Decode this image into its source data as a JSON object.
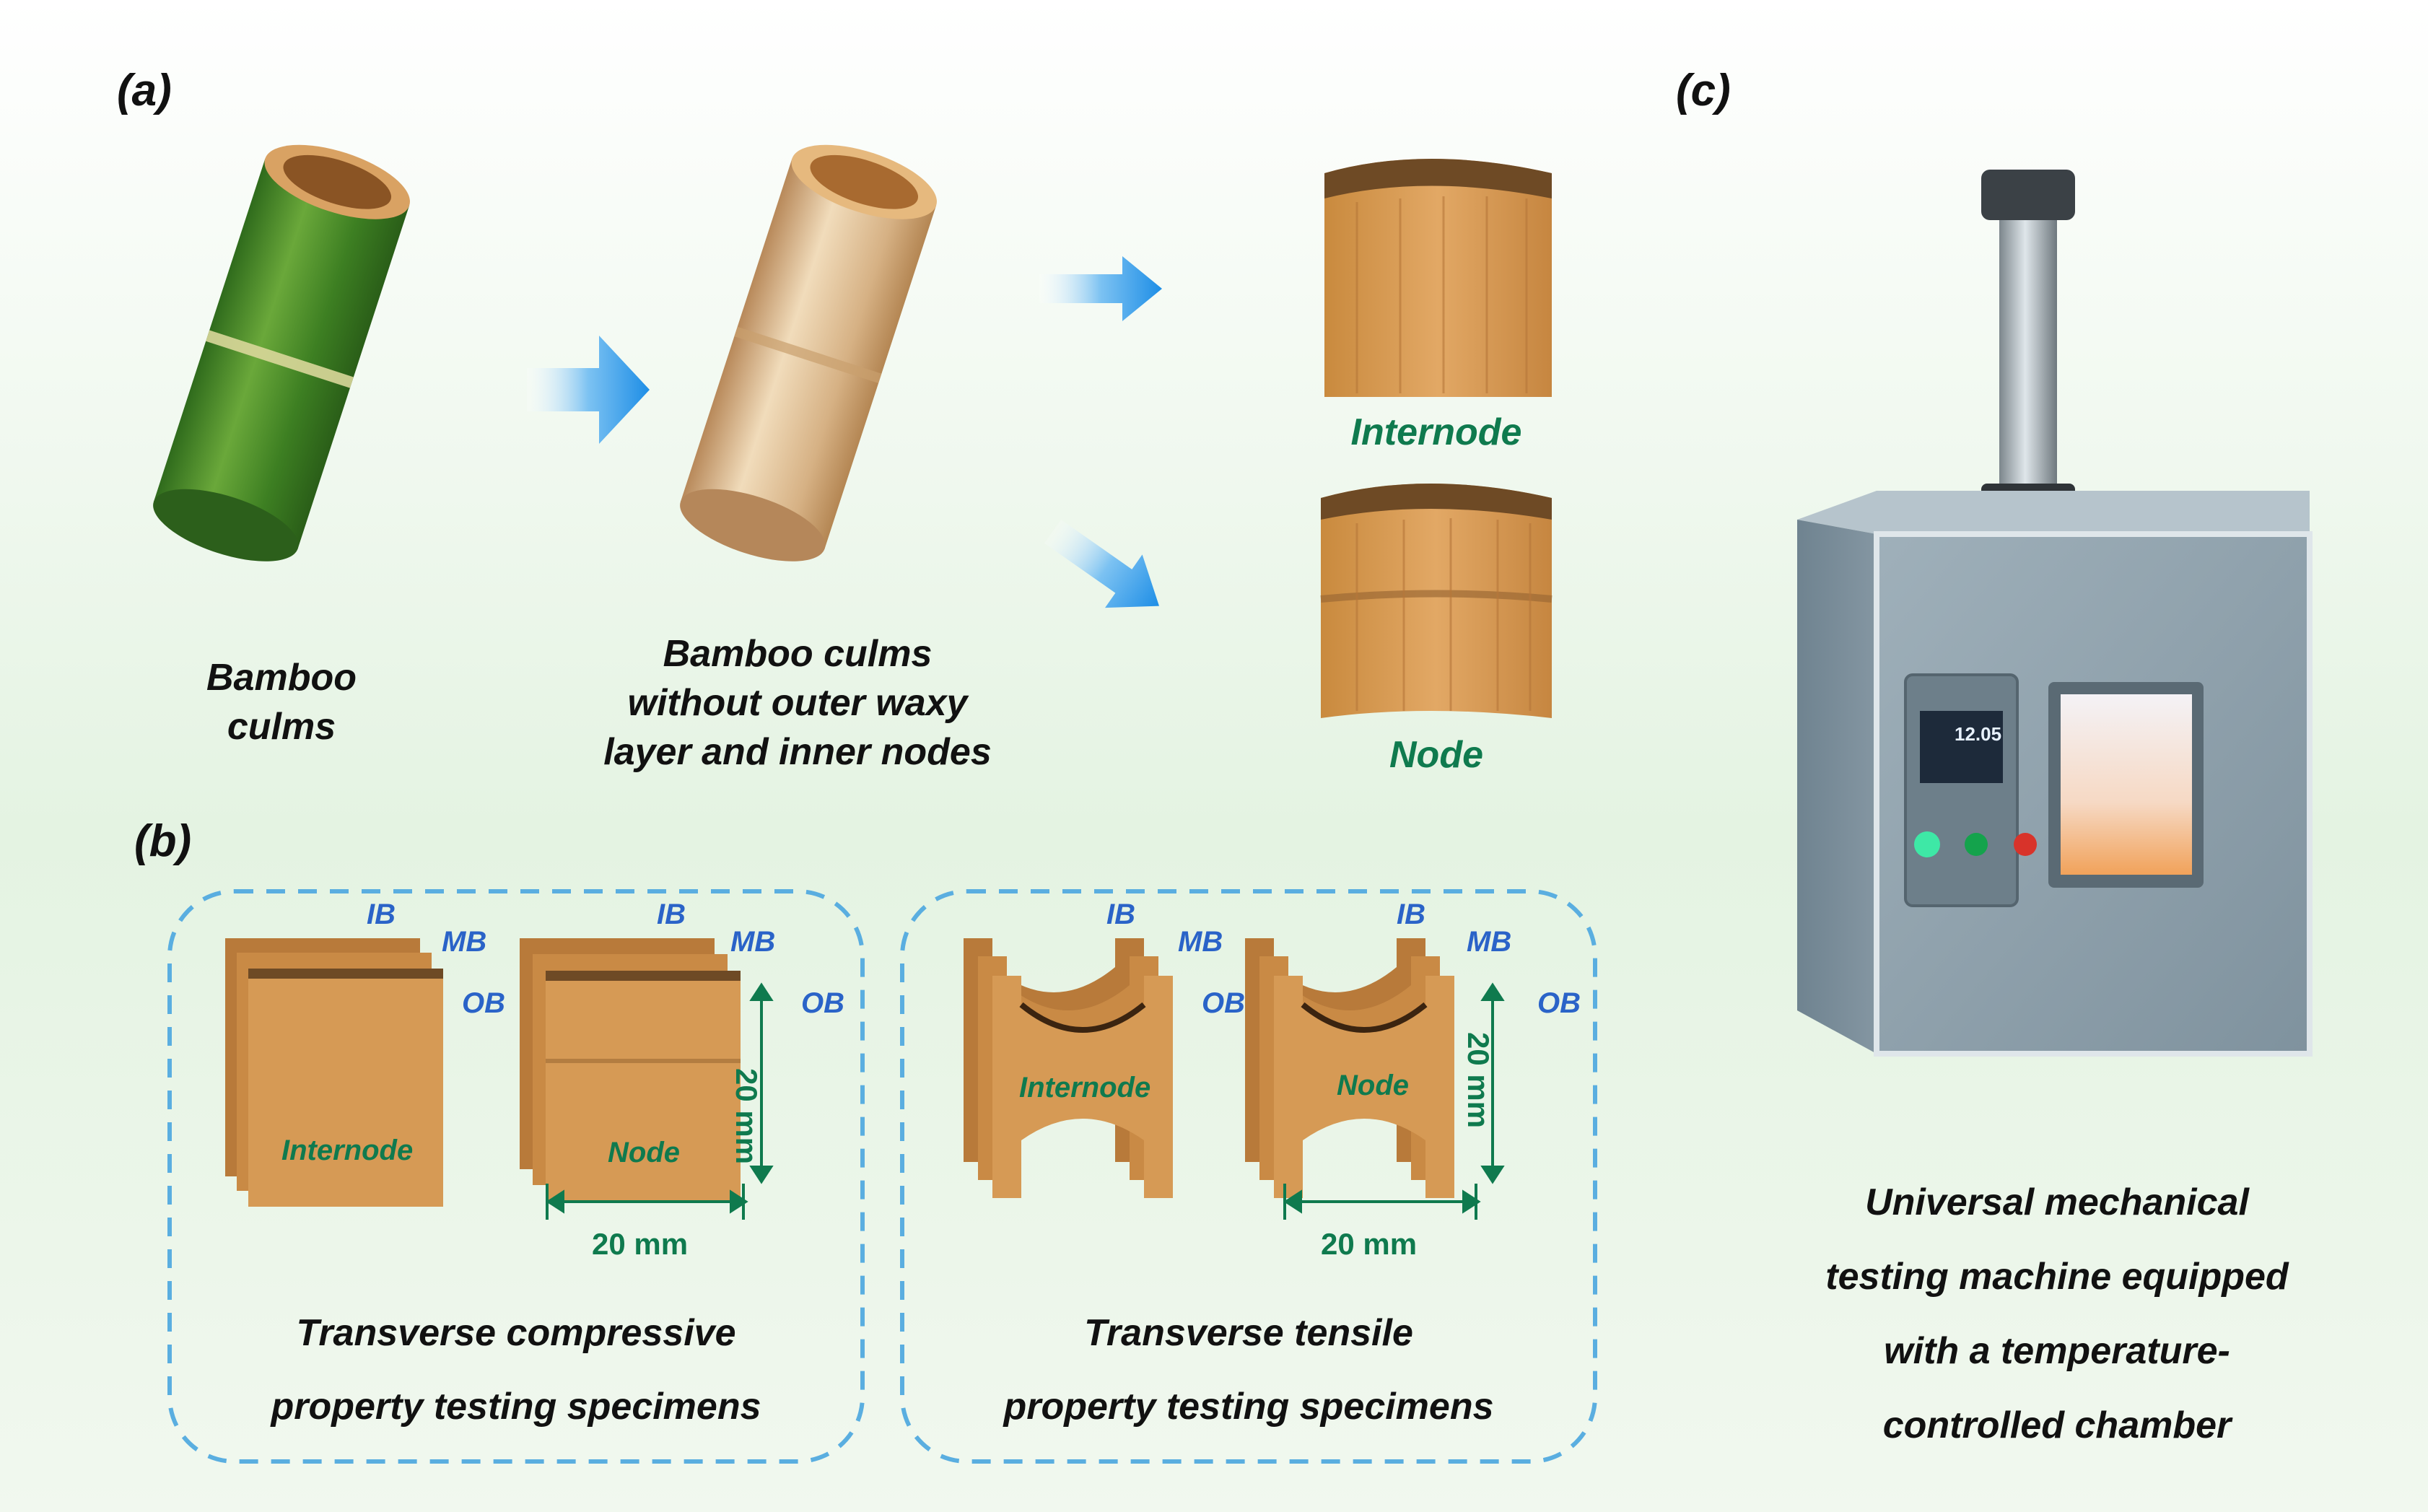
{
  "panels": {
    "a": "(a)",
    "b": "(b)",
    "c": "(c)"
  },
  "panel_a": {
    "bamboo_culms": [
      "Bamboo",
      "culms"
    ],
    "processed_culms": [
      "Bamboo culms",
      "without outer waxy",
      "layer and inner nodes"
    ],
    "internode": "Internode",
    "node": "Node"
  },
  "panel_b": {
    "compressive": {
      "caption": [
        "Transverse compressive",
        "property testing specimens"
      ],
      "internode": "Internode",
      "node": "Node",
      "layers": [
        "IB",
        "MB",
        "OB"
      ],
      "dim_height": "20 mm",
      "dim_width": "20 mm"
    },
    "tensile": {
      "caption": [
        "Transverse tensile",
        "property testing specimens"
      ],
      "internode": "Internode",
      "node": "Node",
      "layers": [
        "IB",
        "MB",
        "OB"
      ],
      "dim_height": "20 mm",
      "dim_width": "20 mm"
    }
  },
  "panel_c": {
    "caption": [
      "Universal mechanical",
      "testing machine equipped",
      "with a temperature-",
      "controlled chamber"
    ],
    "display_value": "12.05"
  },
  "colors": {
    "label_green": "#0f7a4e",
    "layer_blue": "#2a63c8",
    "dash_border": "#5aaee0",
    "arrow_blue": "#1e8ee6"
  }
}
